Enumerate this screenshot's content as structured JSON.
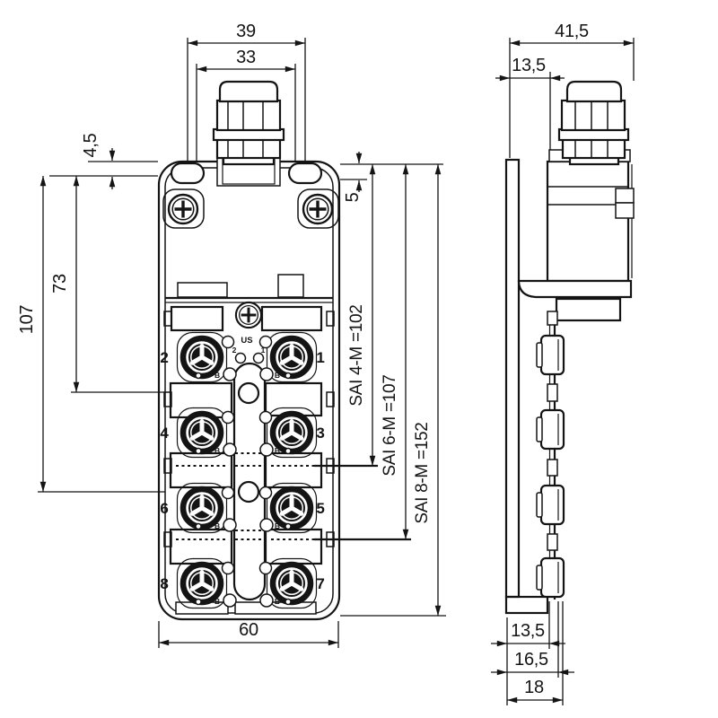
{
  "front_view": {
    "dimensions": {
      "slot_spacing": "39",
      "slot_inner_spacing": "33",
      "flange_offset": "4,5",
      "upper_section_height": "73",
      "body_section_height": "107",
      "flange_height": "5",
      "sai_4m": "SAI 4-M =102",
      "sai_6m": "SAI 6-M =107",
      "sai_8m": "SAI 8-M =152",
      "body_width": "60"
    },
    "port_numbers": [
      "2",
      "1",
      "4",
      "3",
      "6",
      "5",
      "8",
      "7"
    ],
    "indicators": {
      "supply": "US",
      "supply_led_left": "2",
      "supply_led_right": "1",
      "port_led": "B"
    }
  },
  "side_view": {
    "dimensions": {
      "overall_depth": "41,5",
      "gland_offset": "13,5",
      "depth_to_face": "13,5",
      "depth_mid": "16,5",
      "depth_total": "18"
    }
  },
  "colors": {
    "line": "#141414",
    "background": "#ffffff"
  }
}
